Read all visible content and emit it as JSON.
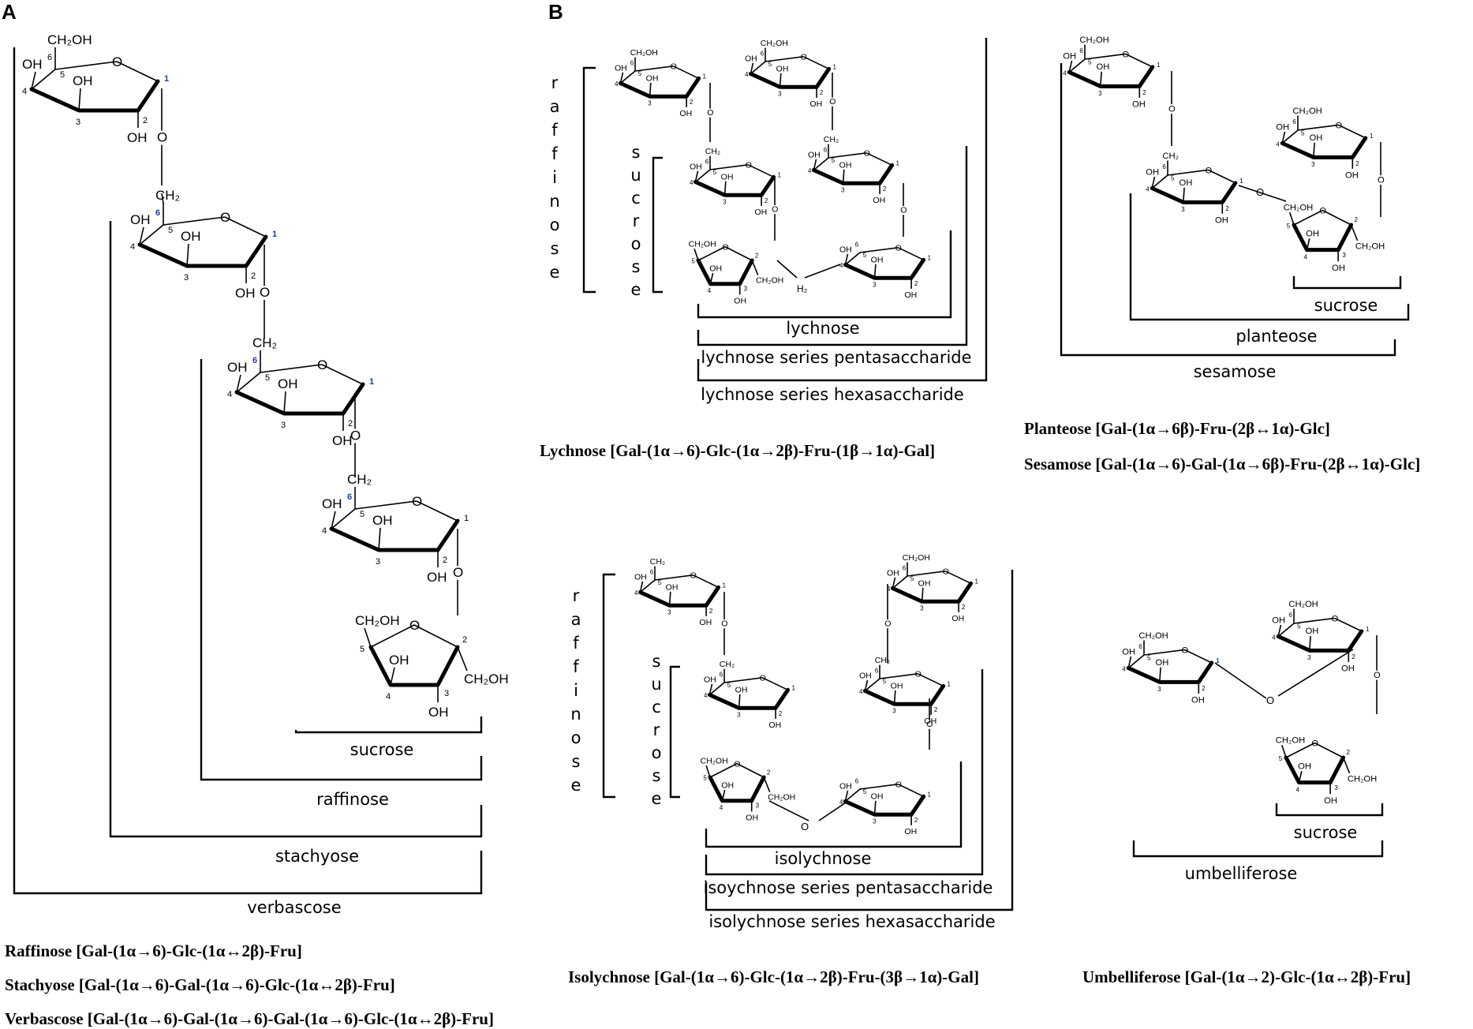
{
  "panels": {
    "a": "A",
    "b": "B"
  },
  "panel_a": {
    "brackets": {
      "sucrose": "sucrose",
      "raffinose": "raffinose",
      "stachyose": "stachyose",
      "verbascose": "verbascose"
    },
    "captions": [
      "Raffinose [Gal-(1α→6)-Glc-(1α↔2β)-Fru]",
      "Stachyose [Gal-(1α→6)-Gal-(1α→6)-Glc-(1α↔2β)-Fru]",
      "Verbascose [Gal-(1α→6)-Gal-(1α→6)-Gal-(1α→6)-Glc-(1α↔2β)-Fru]"
    ]
  },
  "lychnose_group": {
    "vertical_raffinose": [
      "r",
      "a",
      "f",
      "f",
      "i",
      "n",
      "o",
      "s",
      "e"
    ],
    "vertical_sucrose": [
      "s",
      "u",
      "c",
      "r",
      "o",
      "s",
      "e"
    ],
    "brackets": {
      "lychnose": "lychnose",
      "pentasaccharide": "lychnose series pentasaccharide",
      "hexasaccharide": "lychnose series hexasaccharide"
    },
    "caption": "Lychnose [Gal-(1α→6)-Glc-(1α→2β)-Fru-(1β→1α)-Gal]"
  },
  "planteose_group": {
    "brackets": {
      "sucrose": "sucrose",
      "planteose": "planteose",
      "sesamose": "sesamose"
    },
    "captions": [
      "Planteose [Gal-(1α→6β)-Fru-(2β↔1α)-Glc]",
      "Sesamose [Gal-(1α→6)-Gal-(1α→6β)-Fru-(2β↔1α)-Glc]"
    ]
  },
  "isolychnose_group": {
    "vertical_raffinose": [
      "r",
      "a",
      "f",
      "f",
      "i",
      "n",
      "o",
      "s",
      "e"
    ],
    "vertical_sucrose": [
      "s",
      "u",
      "c",
      "r",
      "o",
      "s",
      "e"
    ],
    "brackets": {
      "isolychnose": "isolychnose",
      "pentasaccharide": "isoychnose series pentasaccharide",
      "hexasaccharide": "isolychnose series hexasaccharide"
    },
    "caption": "Isolychnose [Gal-(1α→6)-Glc-(1α→2β)-Fru-(3β→1α)-Gal]"
  },
  "umbelliferose_group": {
    "brackets": {
      "sucrose": "sucrose",
      "umbelliferose": "umbelliferose"
    },
    "caption": "Umbelliferose [Gal-(1α→2)-Glc-(1α↔2β)-Fru]"
  },
  "chem": {
    "oh": "OH",
    "ch2oh": "CH₂OH",
    "ch2": "CH₂",
    "o": "O",
    "h2": "H₂"
  }
}
